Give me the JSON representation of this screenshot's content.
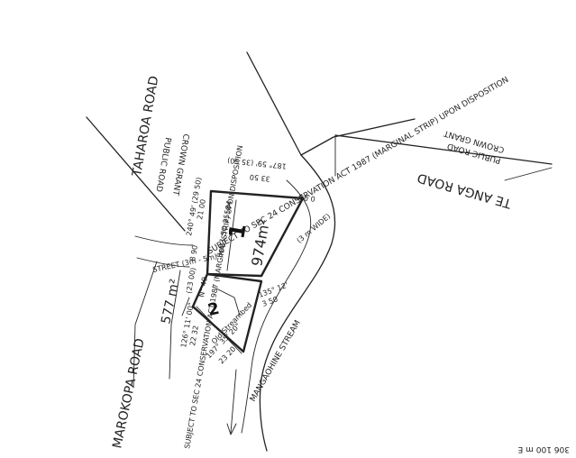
{
  "roads": {
    "taharoa": "TAHAROA ROAD",
    "taharoa_public_road": "PUBLIC ROAD",
    "taharoa_crown_grant": "CROWN GRANT",
    "te_anga": "TE ANGA ROAD",
    "te_anga_public_road": "PUBLIC ROAD",
    "te_anga_crown_grant": "CROWN GRANT",
    "marokopa": "MAROKOPA ROAD",
    "marokopa_area": "577 m²",
    "street_width": "STREET (3m - 5m)"
  },
  "lot1": {
    "number": "1",
    "area": "974m²",
    "ref": "Sec 1 SO 25584",
    "bearing_top": "187° 59' (35 50)",
    "dist_top": "33 50",
    "dist_top_alt": "0 00",
    "bearing_left": "240° 49' (29 50)",
    "dist_left": "21 00",
    "dist_left_alt": "8 90"
  },
  "lot2": {
    "number": "2",
    "ref": "N° 49",
    "side": "(23 00)",
    "bearing_bottom": "197° 35' 20\"",
    "dist_bottom": "23 20",
    "bearing_right": "135° 12'",
    "dist_right": "3 50",
    "old_stream": "Old Streambed"
  },
  "notes": {
    "conservation_lot1": "SUBJECT TO SEC 24 CONSERVATION ACT 1987 (MARGINAL STRIP) UPON DISPOSITION",
    "conservation_lot2": "SUBJECT TO SEC 24 CONSERVATION ACT 1987 (MARGINAL STRIP) UPON DISPOSITION",
    "left_bearing": "126° 11' 00\"",
    "left_dist": "22 32",
    "stream_width": "(3 m WIDE)",
    "stream": "MANGAOHINE STREAM",
    "footer": "306 100 m E"
  }
}
